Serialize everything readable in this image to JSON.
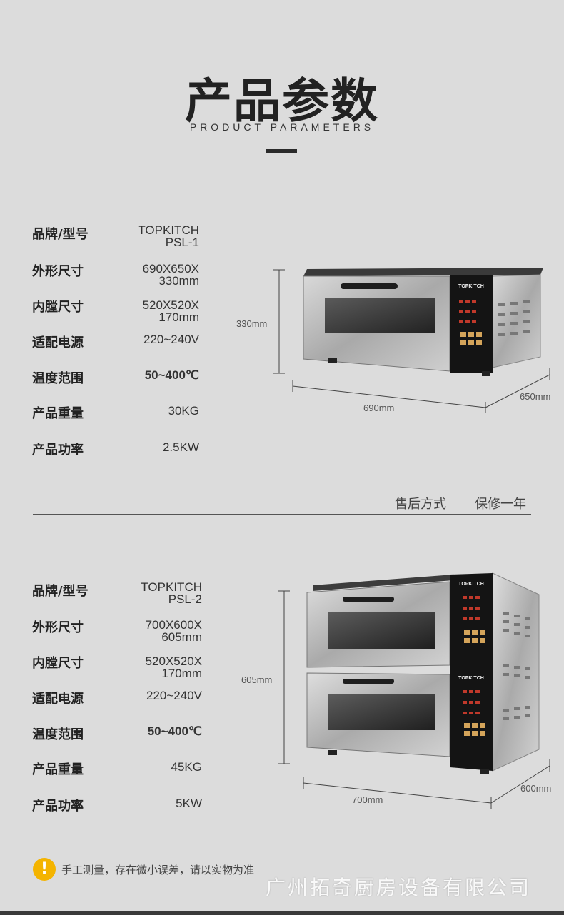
{
  "header": {
    "title": "产品参数",
    "subtitle": "PRODUCT PARAMETERS"
  },
  "labels": {
    "model": "品牌/型号",
    "outer_size": "外形尺寸",
    "inner_size": "内膛尺寸",
    "power_supply": "适配电源",
    "temp_range": "温度范围",
    "weight": "产品重量",
    "power": "产品功率"
  },
  "product1": {
    "model_line1": "TOPKITCH",
    "model_line2": "PSL-1",
    "outer_line1": "690X650X",
    "outer_line2": "330mm",
    "inner_line1": "520X520X",
    "inner_line2": "170mm",
    "power_supply": "220~240V",
    "temp_range": "50~400℃",
    "weight": "30KG",
    "power": "2.5KW",
    "dim_height": "330mm",
    "dim_width": "690mm",
    "dim_depth": "650mm",
    "brand_on_panel": "TOPKITCH"
  },
  "service": {
    "label": "售后方式",
    "value": "保修一年"
  },
  "product2": {
    "model_line1": "TOPKITCH",
    "model_line2": "PSL-2",
    "outer_line1": "700X600X",
    "outer_line2": "605mm",
    "inner_line1": "520X520X",
    "inner_line2": "170mm",
    "power_supply": "220~240V",
    "temp_range": "50~400℃",
    "weight": "45KG",
    "power": "5KW",
    "dim_height": "605mm",
    "dim_width": "700mm",
    "dim_depth": "600mm",
    "brand_on_panel": "TOPKITCH"
  },
  "notice": {
    "icon": "!",
    "text": "手工测量，存在微小误差，请以实物为准"
  },
  "watermark": "广州拓奇厨房设备有限公司",
  "colors": {
    "background": "#dcdcdc",
    "notice_icon": "#f4b400",
    "panel": "#1a1a1a"
  }
}
